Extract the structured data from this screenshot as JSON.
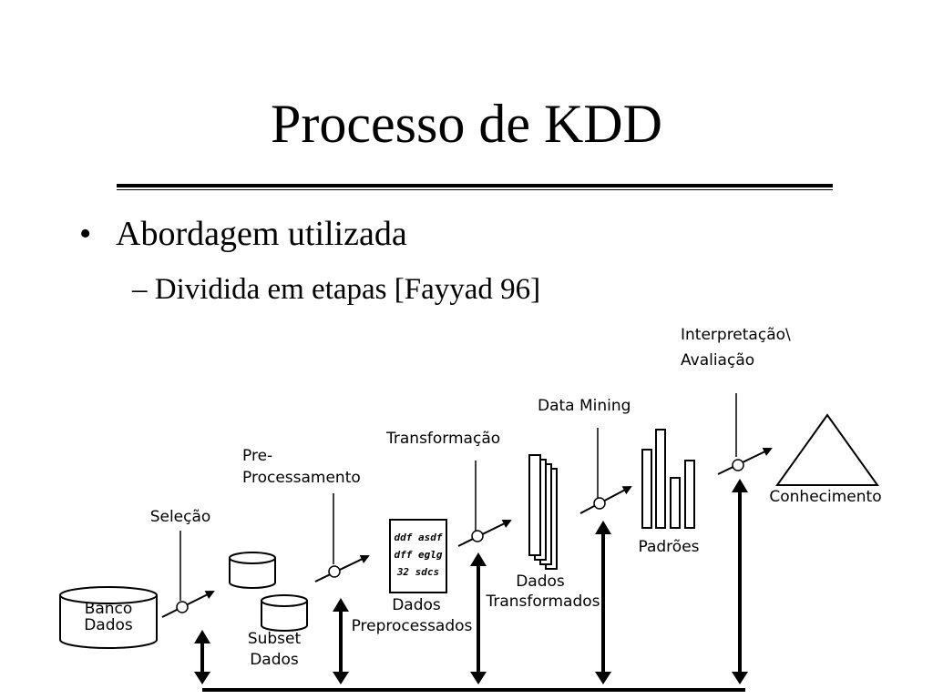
{
  "slide": {
    "title": "Processo de KDD",
    "bullets": [
      {
        "level": 1,
        "text": "Abordagem utilizada"
      },
      {
        "level": 2,
        "text": "– Dividida em etapas [Fayyad 96]"
      }
    ]
  },
  "diagram": {
    "steps": [
      {
        "label_lines": [
          "Seleção"
        ]
      },
      {
        "label_lines": [
          "Pre-",
          "Processamento"
        ]
      },
      {
        "label_lines": [
          "Transformação"
        ]
      },
      {
        "label_lines": [
          "Data Mining"
        ]
      },
      {
        "label_lines": [
          "Interpretação\\",
          "Avaliação"
        ]
      }
    ],
    "stages": [
      {
        "label_lines": [
          "Banco",
          "Dados"
        ]
      },
      {
        "label_lines": [
          "Subset",
          "Dados"
        ]
      },
      {
        "label_lines": [
          "Dados",
          "Preprocessados"
        ]
      },
      {
        "label_lines": [
          "Dados",
          "Transformados"
        ]
      },
      {
        "label_lines": [
          "Padrões"
        ]
      },
      {
        "label_lines": [
          "Conhecimento"
        ]
      }
    ],
    "preprocessed_content": [
      "ddf asdf",
      "dff eglg",
      "32 sdcs"
    ]
  }
}
